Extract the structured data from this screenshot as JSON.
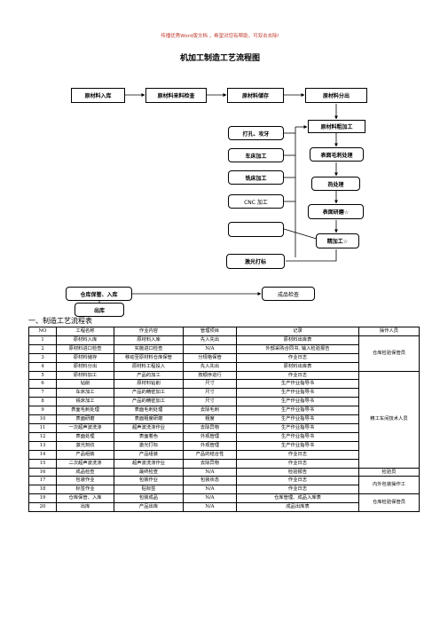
{
  "header_note": "传播优秀Word版文档 ，希望对您有帮助，可双击去除!",
  "title": "机加工制造工艺流程图",
  "flow": {
    "nodes": {
      "n1": "原材料入库",
      "n2": "原材料来料检查",
      "n3": "原材料储存",
      "n4": "原材料分出",
      "n5": "原材料粗加工",
      "n6": "打孔、攻牙",
      "n7": "车床加工",
      "n8": "铣床加工",
      "n9": "CNC 加工",
      "n10": "表面毛刺处理",
      "n11": "热处理",
      "n12": "表面研磨☆",
      "n13": "精加工☆",
      "n14": "激光打标",
      "n15": "仓库保管、入库",
      "n16": "成品检查",
      "n17": "出库"
    }
  },
  "section_title": "一、制造工艺流程表",
  "table": {
    "headers": [
      "NO",
      "工程名称",
      "作业内容",
      "管理项目",
      "记录",
      "操作人员"
    ],
    "rows": [
      [
        "1",
        "原材料入库",
        "原材料入库",
        "先入先出",
        "原材料出库表"
      ],
      [
        "2",
        "原材料进口检查",
        "实施进口检查",
        "N/A",
        "外部采购合同书, 输入检验报告"
      ],
      [
        "3",
        "原材料储存",
        "移动至原材料仓库保管",
        "分规格保管",
        "作业日志"
      ],
      [
        "4",
        "原材料分出",
        "原材料工程投入",
        "先入先出",
        "原材料出库表"
      ],
      [
        "5",
        "原材料加工",
        "产品的加工",
        "按顺序进行",
        "作业日志"
      ],
      [
        "6",
        "钻削",
        "原材料钻削",
        "尺寸",
        "生产作业指导书"
      ],
      [
        "7",
        "车床加工",
        "产品的精密加工",
        "尺寸",
        "生产作业指导书"
      ],
      [
        "8",
        "铣床加工",
        "产品的精密加工",
        "尺寸",
        "生产作业指导书"
      ],
      [
        "9",
        "表面毛刺处理",
        "表面毛刺处理",
        "去除毛刺",
        "生产作业指导书"
      ],
      [
        "10",
        "表面研磨",
        "表面粗度研磨",
        "粗度",
        "生产作业指导书"
      ],
      [
        "11",
        "一次超声波洗涤",
        "超声波洗涤作业",
        "去除异物",
        "生产作业指导书"
      ],
      [
        "12",
        "表面处理",
        "表面着色",
        "外观管理",
        "生产作业指导书"
      ],
      [
        "13",
        "激光刻纹",
        "激光打标",
        "外观管理",
        "生产作业指导书"
      ],
      [
        "14",
        "产品组装",
        "产品组装",
        "产品的结合性",
        "作业日志"
      ],
      [
        "15",
        "二次超声波洗涤",
        "超声波洗涤作业",
        "去除异物",
        "作业日志"
      ],
      [
        "16",
        "成品检查",
        "最终检查",
        "N/A",
        "检验报告"
      ],
      [
        "17",
        "包装作业",
        "包装作业",
        "包装状态",
        "作业日志"
      ],
      [
        "18",
        "标签作业",
        "贴标签",
        "N/A",
        "作业日志"
      ],
      [
        "19",
        "仓库保管、入库",
        "包装成品",
        "N/A",
        "仓库管理、成品入库表"
      ],
      [
        "20",
        "出库",
        "产品出库",
        "N/A",
        "成品出库表"
      ]
    ],
    "operators": {
      "g1": "仓库检验保管员",
      "g2": "精工车间技术人员",
      "g3": "检验员",
      "g4": "内外包装操作工",
      "g5": "仓库检验保管员"
    }
  }
}
